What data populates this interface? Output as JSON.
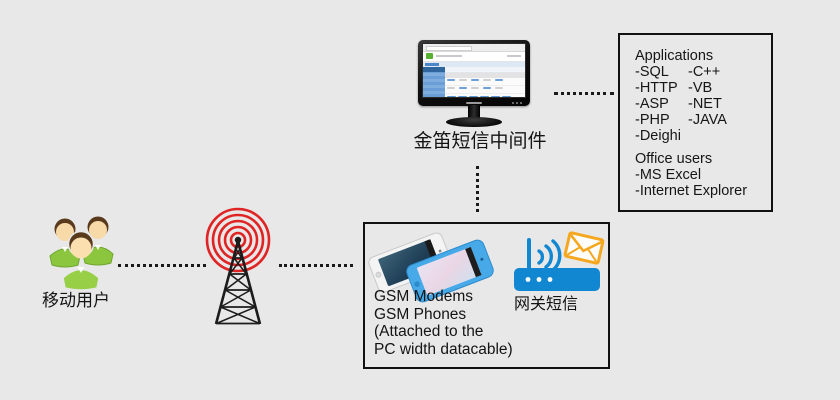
{
  "scene": {
    "background_color": "#e8e8e8",
    "signal_red": "#e02424",
    "router_blue": "#1287d1",
    "envelope_orange": "#f5a71f",
    "people_green": "#8cc63e",
    "box_border_color": "#111111"
  },
  "mobile_users": {
    "label": "移动用户"
  },
  "middleware": {
    "label": "金笛短信中间件"
  },
  "gsm_box": {
    "lines": [
      "GSM Modems",
      "GSM Phones",
      "(Attached to the",
      "PC width datacable)"
    ],
    "gateway_label": "网关短信"
  },
  "applications_box": {
    "title": "Applications",
    "col1": [
      "-SQL",
      "-HTTP",
      "-ASP",
      "-PHP",
      "-Deighi"
    ],
    "col2": [
      "-C++",
      "-VB",
      "-NET",
      "-JAVA"
    ],
    "office_title": "Office users",
    "office_items": [
      "-MS Excel",
      "-Internet Explorer"
    ]
  }
}
